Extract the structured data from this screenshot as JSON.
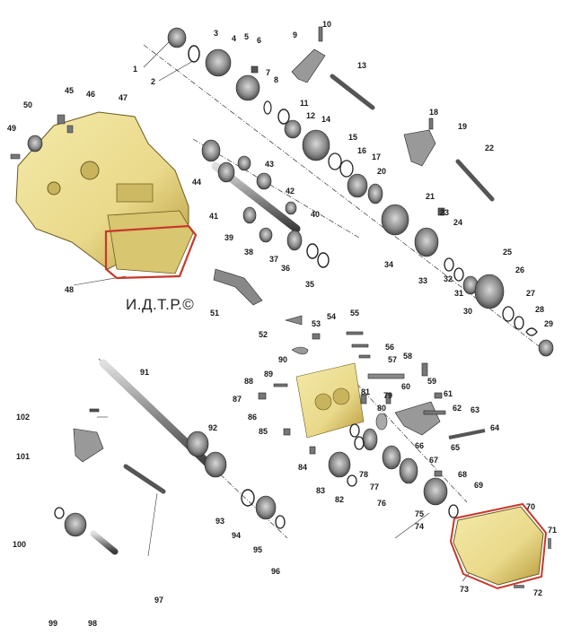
{
  "watermark": "И.Д.Т.Р.©",
  "colors": {
    "housing": "#e9d98a",
    "housing_dark": "#b89a3c",
    "gasket": "#c8382a",
    "metal": "#8a8a8a",
    "metal_dark": "#3a3a3a"
  },
  "labels": [
    "1",
    "2",
    "3",
    "4",
    "5",
    "6",
    "7",
    "8",
    "9",
    "10",
    "11",
    "12",
    "13",
    "14",
    "15",
    "16",
    "17",
    "18",
    "19",
    "20",
    "21",
    "22",
    "23",
    "24",
    "25",
    "26",
    "27",
    "28",
    "29",
    "30",
    "31",
    "32",
    "33",
    "34",
    "35",
    "36",
    "37",
    "38",
    "39",
    "40",
    "41",
    "42",
    "43",
    "44",
    "45",
    "46",
    "47",
    "48",
    "49",
    "50",
    "51",
    "52",
    "53",
    "54",
    "55",
    "56",
    "57",
    "58",
    "59",
    "60",
    "61",
    "62",
    "63",
    "64",
    "65",
    "66",
    "67",
    "68",
    "69",
    "70",
    "71",
    "72",
    "73",
    "74",
    "75",
    "76",
    "77",
    "78",
    "79",
    "80",
    "81",
    "82",
    "83",
    "84",
    "85",
    "86",
    "87",
    "88",
    "89",
    "90",
    "91",
    "92",
    "93",
    "94",
    "95",
    "96",
    "97",
    "98",
    "99",
    "100",
    "101",
    "102"
  ]
}
